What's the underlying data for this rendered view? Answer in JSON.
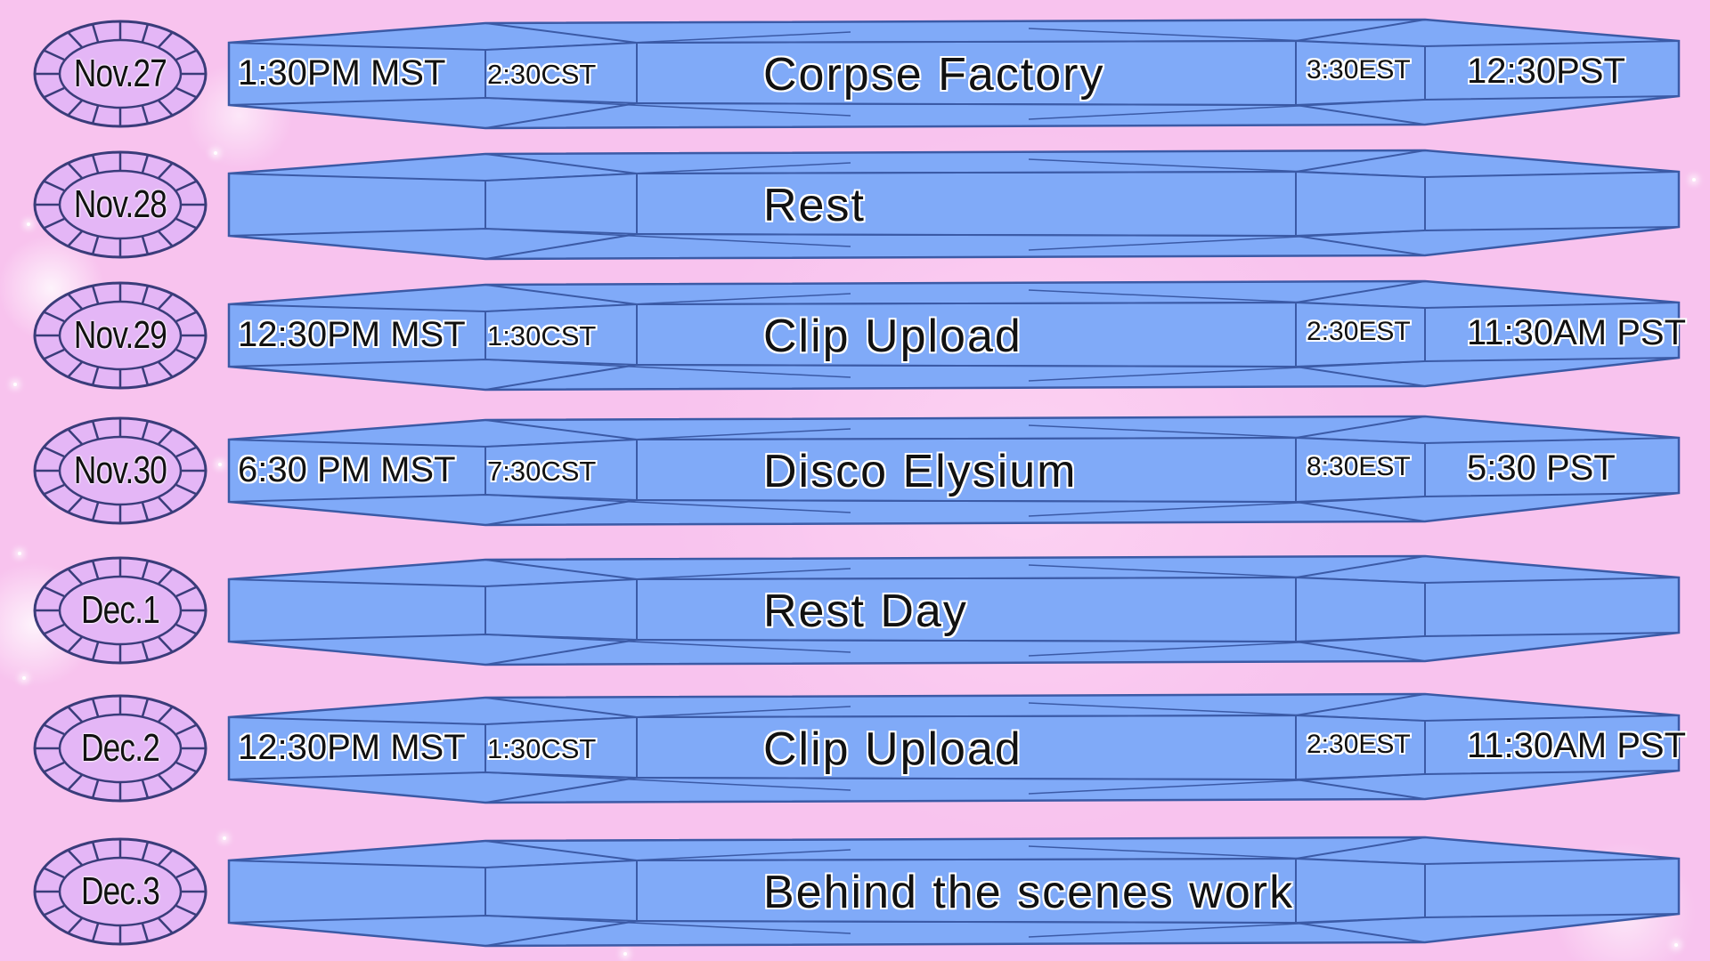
{
  "colors": {
    "background": "#f8c3ee",
    "bar_fill": "#80aaf8",
    "bar_stroke": "#3b5aa6",
    "gem_fill": "#e4b6f6",
    "gem_stroke": "#3a3c7a"
  },
  "schedule": [
    {
      "date": "Nov.27",
      "mst": "1:30PM MST",
      "cst": "2:30CST",
      "title": "Corpse Factory",
      "est": "3:30EST",
      "pst": "12:30PST"
    },
    {
      "date": "Nov.28",
      "mst": "",
      "cst": "",
      "title": "Rest",
      "est": "",
      "pst": ""
    },
    {
      "date": "Nov.29",
      "mst": "12:30PM MST",
      "cst": "1:30CST",
      "title": "Clip Upload",
      "est": "2:30EST",
      "pst": "11:30AM PST"
    },
    {
      "date": "Nov.30",
      "mst": "6:30 PM MST",
      "cst": "7:30CST",
      "title": "Disco Elysium",
      "est": "8:30EST",
      "pst": "5:30 PST"
    },
    {
      "date": "Dec.1",
      "mst": "",
      "cst": "",
      "title": "Rest Day",
      "est": "",
      "pst": ""
    },
    {
      "date": "Dec.2",
      "mst": "12:30PM MST",
      "cst": "1:30CST",
      "title": "Clip Upload",
      "est": "2:30EST",
      "pst": "11:30AM PST"
    },
    {
      "date": "Dec.3",
      "mst": "",
      "cst": "",
      "title": "Behind the scenes work",
      "est": "",
      "pst": ""
    }
  ]
}
